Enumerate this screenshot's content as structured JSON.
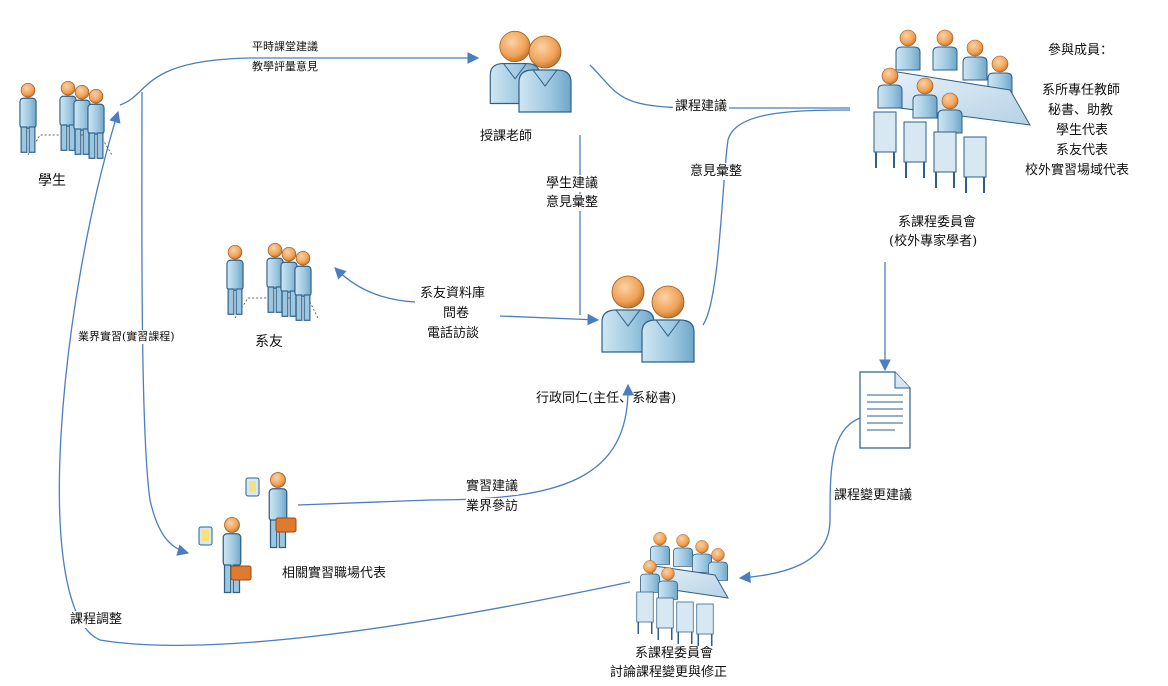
{
  "nodes": {
    "students": {
      "label": "學生",
      "icon": "student-group-icon"
    },
    "teachers": {
      "label": "授課老師",
      "icon": "teacher-pair-icon"
    },
    "committee_top": {
      "label": "系課程委員會",
      "sublabel": "(校外專家學者)",
      "icon": "meeting-table-icon"
    },
    "members": {
      "title": "參與成員：",
      "items": [
        "系所專任教師",
        "秘書、助教",
        "學生代表",
        "系友代表",
        "校外實習場域代表"
      ]
    },
    "alumni": {
      "label": "系友",
      "icon": "alumni-group-icon"
    },
    "admin_staff": {
      "label": "行政同仁(主任、系秘書)",
      "icon": "admin-pair-icon"
    },
    "industry_reps": {
      "label": "相關實習職場代表",
      "icon": "business-reps-icon"
    },
    "change_doc": {
      "label": "課程變更建議",
      "icon": "document-icon"
    },
    "committee_bottom": {
      "label": "系課程委員會",
      "sublabel": "討論課程變更與修正",
      "icon": "meeting-table-icon"
    }
  },
  "edges": {
    "student_to_teacher": [
      "平時課堂建議",
      "教學評量意見"
    ],
    "teacher_to_committee": "課程建議",
    "student_suggestion": [
      "學生建議",
      "意見彙整"
    ],
    "opinion_summary": "意見彙整",
    "alumni_channels": [
      "系友資料庫",
      "問卷",
      "電話訪談"
    ],
    "industry_internship": "業界實習(實習課程)",
    "internship_suggestion": [
      "實習建議",
      "業界參訪"
    ],
    "course_adjust": "課程調整"
  },
  "colors": {
    "arrow": "#4a7ebf",
    "figure_fill": "#9cc7e0",
    "figure_stroke": "#2f5f86",
    "head": "#f0a257"
  }
}
